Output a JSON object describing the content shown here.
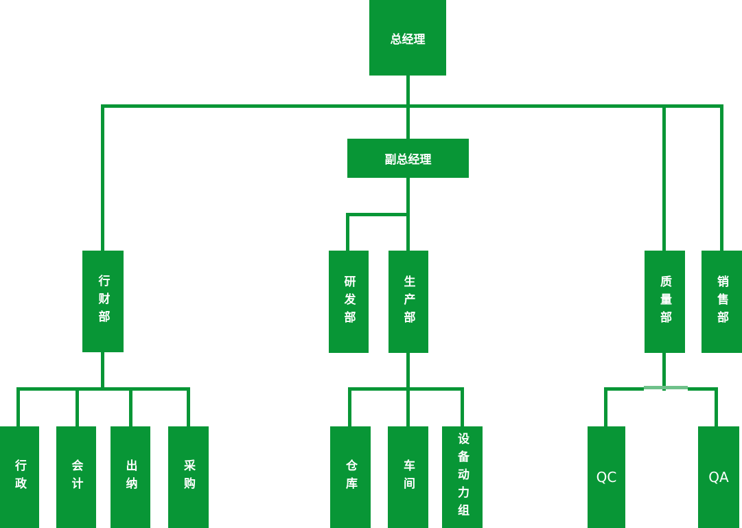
{
  "diagram": {
    "type": "org-chart",
    "background": "#ffffff",
    "node_fill": "#089636",
    "node_text_color": "#ffffff",
    "connector_color": "#089636",
    "connector_light_color": "#6fc18a"
  },
  "nodes": {
    "gm": {
      "label": "总经理"
    },
    "dgm": {
      "label": "副总经理"
    },
    "finance": {
      "label": "行财部"
    },
    "rd": {
      "label": "研发部"
    },
    "prod": {
      "label": "生产部"
    },
    "quality": {
      "label": "质量部"
    },
    "sales": {
      "label": "销售部"
    },
    "admin": {
      "label": "行政"
    },
    "account": {
      "label": "会计"
    },
    "cashier": {
      "label": "出纳"
    },
    "purchase": {
      "label": "采购"
    },
    "warehouse": {
      "label": "仓库"
    },
    "workshop": {
      "label": "车间"
    },
    "equipment": {
      "label": "设备动力组"
    },
    "qc": {
      "label": "QC"
    },
    "qa": {
      "label": "QA"
    }
  },
  "edges": [
    {
      "from": "总经理",
      "to": "行财部"
    },
    {
      "from": "总经理",
      "to": "副总经理"
    },
    {
      "from": "总经理",
      "to": "质量部"
    },
    {
      "from": "总经理",
      "to": "销售部"
    },
    {
      "from": "副总经理",
      "to": "研发部"
    },
    {
      "from": "副总经理",
      "to": "生产部"
    },
    {
      "from": "行财部",
      "to": "行政"
    },
    {
      "from": "行财部",
      "to": "会计"
    },
    {
      "from": "行财部",
      "to": "出纳"
    },
    {
      "from": "行财部",
      "to": "采购"
    },
    {
      "from": "生产部",
      "to": "仓库"
    },
    {
      "from": "生产部",
      "to": "车间"
    },
    {
      "from": "生产部",
      "to": "设备动力组"
    },
    {
      "from": "质量部",
      "to": "QC"
    },
    {
      "from": "质量部",
      "to": "QA"
    }
  ]
}
